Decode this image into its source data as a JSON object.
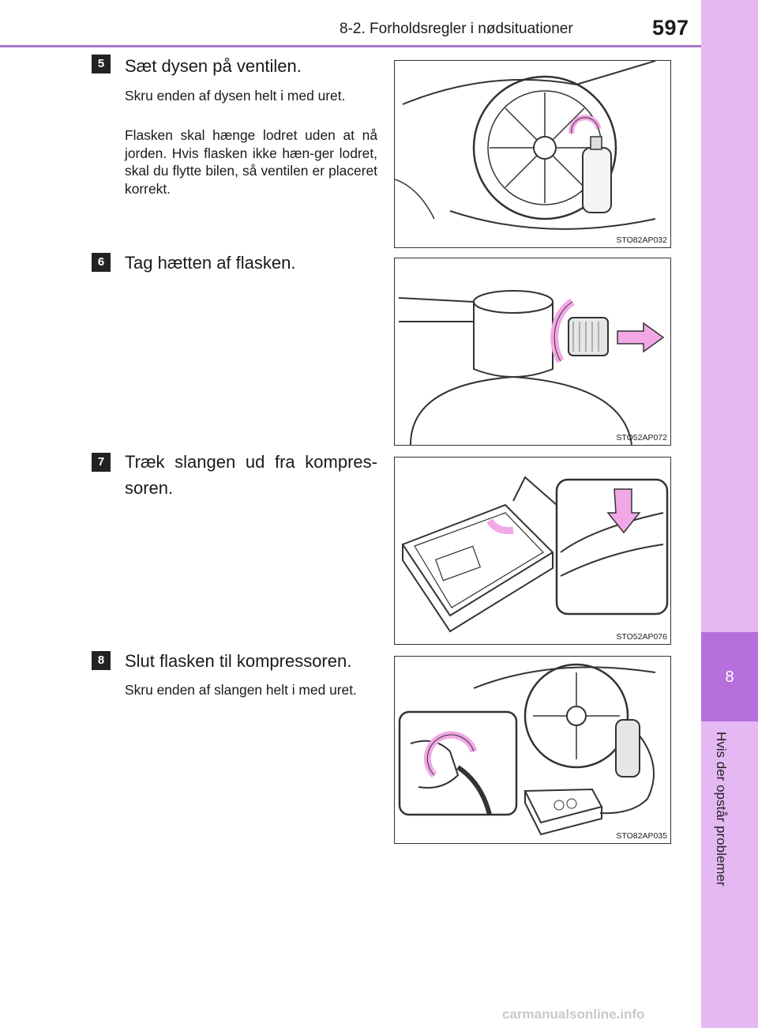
{
  "header": {
    "section_title": "8-2. Forholdsregler i nødsituationer",
    "page_number": "597"
  },
  "side_tab": {
    "chapter_number": "8",
    "chapter_title": "Hvis der opstår problemer"
  },
  "steps": [
    {
      "number": "5",
      "title": "Sæt dysen på ventilen.",
      "paragraphs": [
        "Skru enden af dysen helt i med uret.",
        "Flasken skal hænge lodret uden at nå jorden. Hvis flasken ikke hæn-ger lodret, skal du flytte bilen, så ventilen er placeret korrekt."
      ],
      "figure_code": "STO82AP032"
    },
    {
      "number": "6",
      "title": "Tag hætten af flasken.",
      "paragraphs": [],
      "figure_code": "STO52AP072"
    },
    {
      "number": "7",
      "title": "Træk slangen ud fra kompres-soren.",
      "paragraphs": [],
      "figure_code": "STO52AP076"
    },
    {
      "number": "8",
      "title": "Slut flasken til kompressoren.",
      "paragraphs": [
        "Skru enden af slangen helt i med uret."
      ],
      "figure_code": "STO82AP035"
    }
  ],
  "colors": {
    "accent": "#a974c6",
    "tab_light": "#e5b8f3",
    "tab_dark": "#b66fdc",
    "arrow_pink": "#f2a7e6"
  },
  "watermark": "carmanualsonline.info"
}
